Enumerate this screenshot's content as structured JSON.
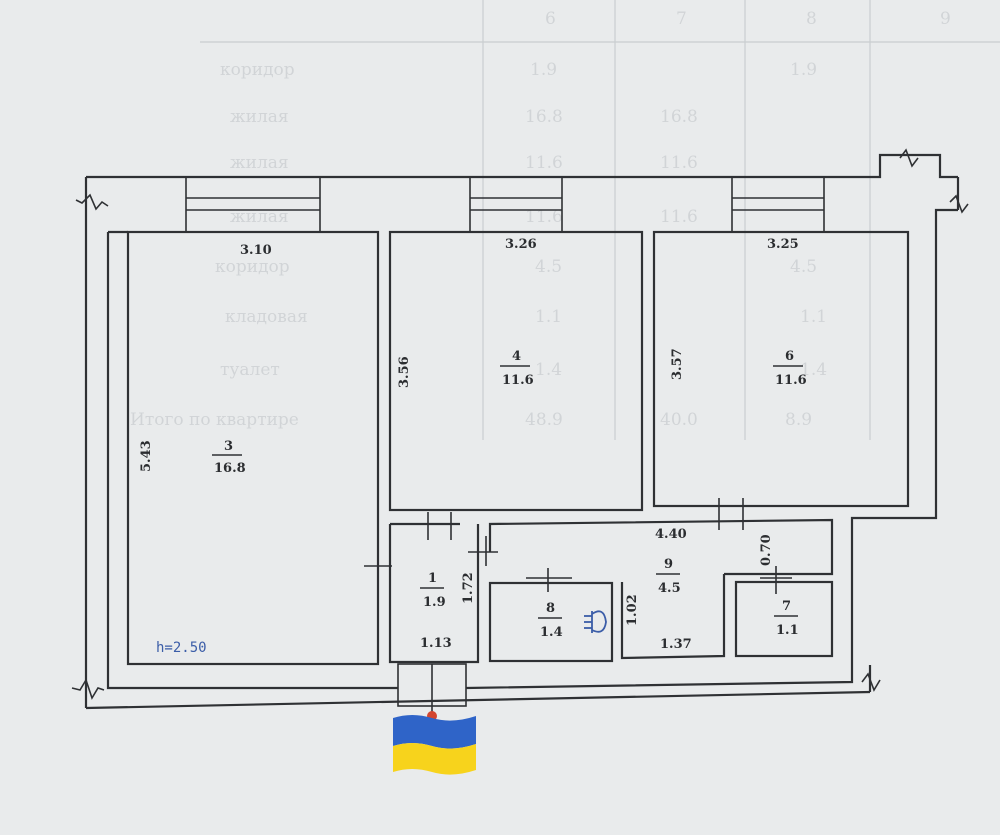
{
  "floor_plan": {
    "ceiling_height": "h=2.50",
    "rooms": [
      {
        "number": "3",
        "area": "16.8"
      },
      {
        "number": "4",
        "area": "11.6"
      },
      {
        "number": "6",
        "area": "11.6"
      },
      {
        "number": "1",
        "area": "1.9"
      },
      {
        "number": "8",
        "area": "1.4"
      },
      {
        "number": "9",
        "area": "4.5"
      },
      {
        "number": "7",
        "area": "1.1"
      }
    ],
    "dimensions": [
      "3.10",
      "3.26",
      "3.25",
      "5.43",
      "3.56",
      "3.57",
      "4.40",
      "0.70",
      "1.72",
      "1.02",
      "1.13",
      "1.37"
    ]
  },
  "background_table": {
    "header": [
      "6",
      "7",
      "8",
      "9"
    ],
    "rows": [
      {
        "name": "коридор",
        "values": [
          "1.9",
          "",
          "1.9"
        ]
      },
      {
        "name": "жилая",
        "values": [
          "16.8",
          "16.8",
          ""
        ]
      },
      {
        "name": "жилая",
        "values": [
          "11.6",
          "11.6",
          ""
        ]
      },
      {
        "name": "жилая",
        "values": [
          "11.6",
          "11.6",
          ""
        ]
      },
      {
        "name": "коридор",
        "values": [
          "4.5",
          "",
          "4.5"
        ]
      },
      {
        "name": "кладовая",
        "values": [
          "1.1",
          "",
          "1.1"
        ]
      },
      {
        "name": "туалет",
        "values": [
          "1.4",
          "",
          "1.4"
        ]
      },
      {
        "name": "Итого по квартире",
        "values": [
          "48.9",
          "40.0",
          "8.9"
        ]
      }
    ]
  },
  "colors": {
    "flag_top": "#2f64c8",
    "flag_bottom": "#f7d31c",
    "ink": "#2f3134",
    "paper": "#e9ebec"
  },
  "icons": [
    "ukraine-flag-icon",
    "toilet-icon"
  ]
}
